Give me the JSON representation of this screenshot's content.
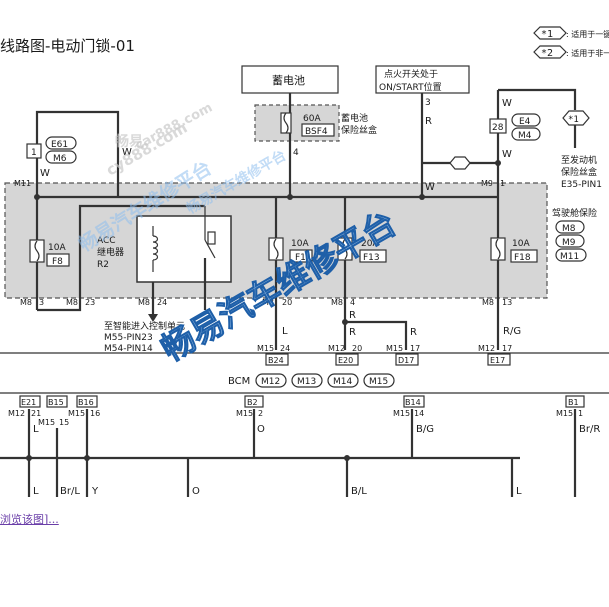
{
  "header": {
    "title": "线路图-电动门锁-01",
    "legend": [
      {
        "code": "*1",
        "text": ": 适用于一键"
      },
      {
        "code": "*2",
        "text": ": 适用于非一"
      }
    ]
  },
  "components": {
    "battery": "蓄电池",
    "fuse_60a": {
      "rating": "60A",
      "code": "BSF4",
      "label_line1": "蓄电池",
      "label_line2": "保险丝盒"
    },
    "ignition": {
      "line1": "点火开关处于",
      "line2": "ON/START位置"
    },
    "connector_28": "28",
    "e4": "E4",
    "m4": "M4",
    "star1": "*1",
    "engine_fuse": {
      "line1": "至发动机",
      "line2": "保险丝盒",
      "pin": "E35-PIN1"
    },
    "connector_1": "1",
    "e61": "E61",
    "m6": "M6",
    "acc_relay": {
      "line1": "ACC",
      "line2": "继电器",
      "line3": "R2"
    },
    "fuse_f8": {
      "rating": "10A",
      "code": "F8"
    },
    "fuse_f1": {
      "rating": "10A",
      "code": "F1"
    },
    "fuse_f13": {
      "rating": "20A",
      "code": "F13"
    },
    "fuse_f18": {
      "rating": "10A",
      "code": "F18"
    },
    "cabin_fuse": {
      "label": "驾驶舱保险",
      "codes": [
        "M8",
        "M9",
        "M11"
      ]
    },
    "smart_entry": {
      "line1": "至智能进入控制单元",
      "line2": "M55-PIN23",
      "line3": "M54-PIN14"
    },
    "bcm": {
      "label": "BCM",
      "codes": [
        "M12",
        "M13",
        "M14",
        "M15"
      ]
    }
  },
  "pins": {
    "pin4": "4",
    "pin3": "3",
    "m11_top": "M11",
    "m9": "M9",
    "m9_1": "1",
    "m8_3": "M8",
    "n3": "3",
    "m8_23": "M8",
    "n23": "23",
    "m8_24": "M8",
    "n24": "24",
    "m8_20": "M8",
    "n20": "20",
    "m8_4": "M8",
    "n4": "4",
    "m8_13": "M8",
    "n13": "13",
    "m15_24": "M15",
    "n24b": "24",
    "m12_20": "M12",
    "n20b": "20",
    "m15_17": "M15",
    "n17": "17",
    "m12_17": "M12",
    "n17b": "17",
    "b24": "B24",
    "e20": "E20",
    "d17": "D17",
    "e17": "E17",
    "e21": "E21",
    "b15": "B15",
    "b16": "B16",
    "b2": "B2",
    "b14": "B14",
    "b1": "B1",
    "m12_21": "M12",
    "n21": "21",
    "m15_15": "M15",
    "n15": "15",
    "m15_16": "M15",
    "n16": "16",
    "m15_2": "M15",
    "n2": "2",
    "m15_14": "M15",
    "n14": "14",
    "m15_1": "M15",
    "n1": "1"
  },
  "wires": {
    "w1": "W",
    "w2": "W",
    "w3": "W",
    "w4": "W",
    "w5": "W",
    "r1": "R",
    "r2": "R",
    "r3": "R",
    "l1": "L",
    "rg": "R/G",
    "b_l": "L",
    "b_o": "O",
    "b_bgl": "B/G",
    "b_brr": "Br/R",
    "bot_l1": "L",
    "bot_brl": "Br/L",
    "bot_y": "Y",
    "bot_o": "O",
    "bot_bl": "B/L",
    "bot_l2": "L"
  },
  "watermarks": {
    "main": "畅易汽车维修平台",
    "small1": "畅易汽车维修平台",
    "small2": "cy888.com",
    "small3": "car888.com",
    "small4": "畅易"
  },
  "footer": {
    "link": "浏览该图]..."
  }
}
